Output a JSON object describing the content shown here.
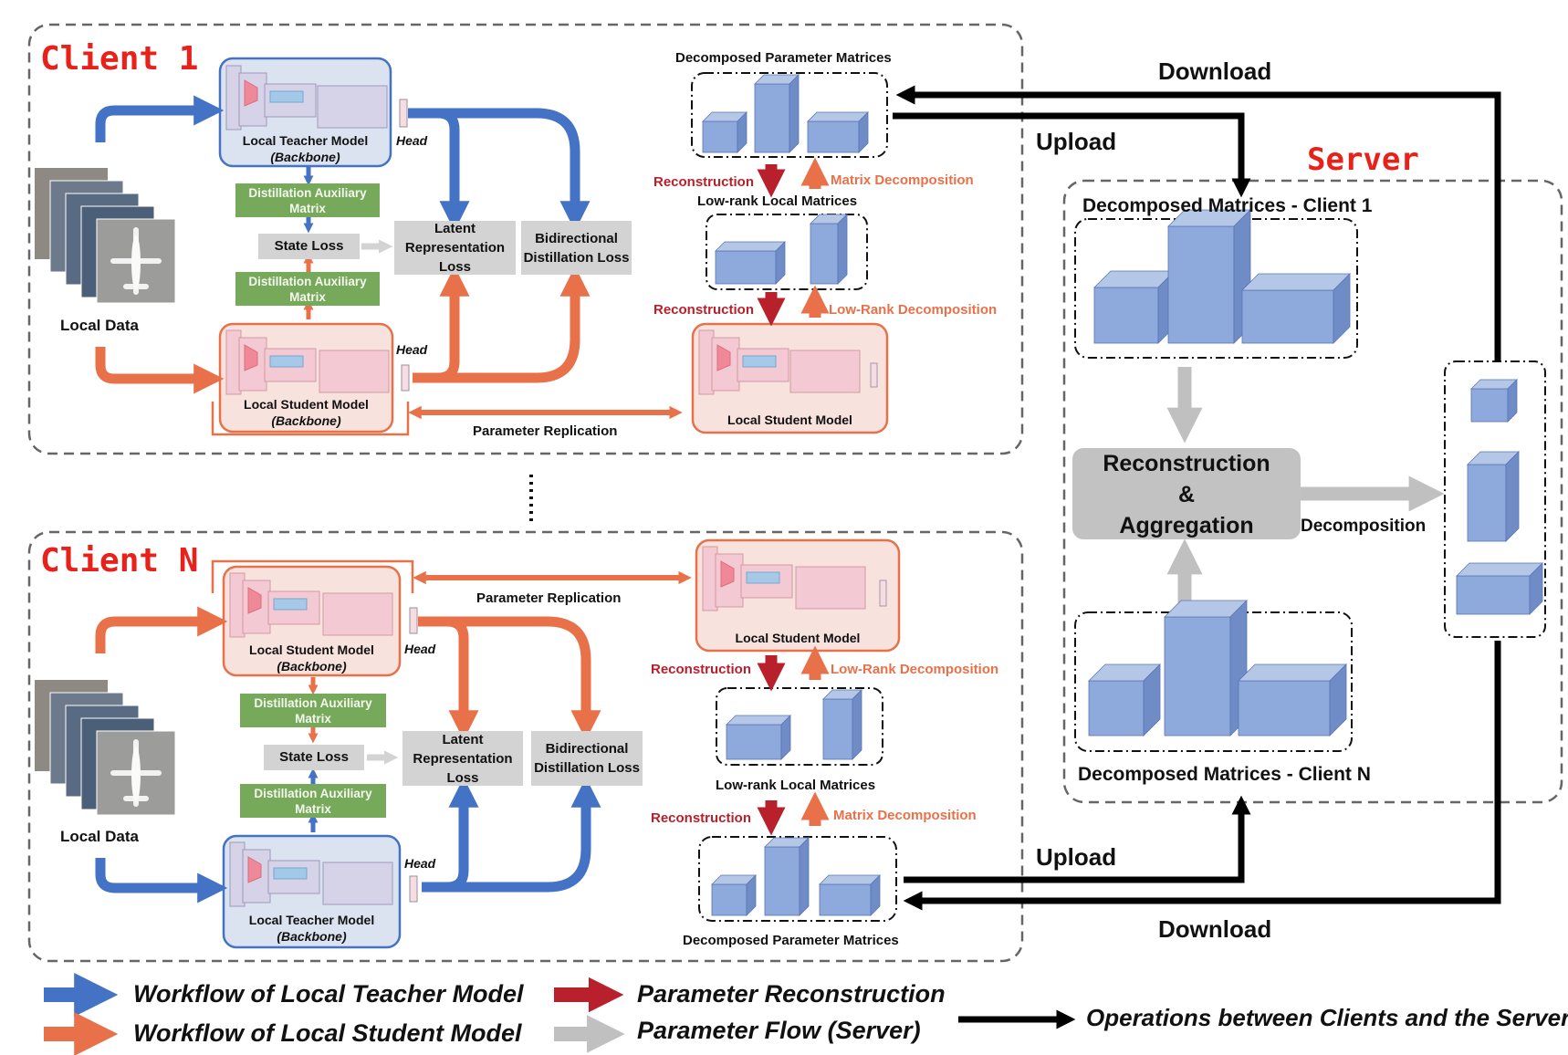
{
  "client1": {
    "title": "Client 1",
    "local_data": "Local Data",
    "teacher_model": "Local Teacher Model",
    "student_model": "Local Student Model",
    "backbone": "(Backbone)",
    "head_top": "Head",
    "head_bottom": "Head",
    "distill_aux": "Distillation Auxiliary Matrix",
    "state_loss": "State Loss",
    "latent_loss": "Latent Representation Loss",
    "bidirectional_loss": "Bidirectional Distillation Loss",
    "param_replication": "Parameter Replication",
    "decomposed_param_matrices": "Decomposed Parameter Matrices",
    "low_rank_local_matrices": "Low-rank Local Matrices",
    "reconstruction": "Reconstruction",
    "matrix_decomposition": "Matrix Decomposition",
    "low_rank_decomposition": "Low-Rank Decomposition",
    "local_student_model": "Local Student Model"
  },
  "clientN": {
    "title": "Client N",
    "local_data": "Local Data",
    "teacher_model": "Local Teacher Model",
    "student_model": "Local Student Model",
    "backbone": "(Backbone)",
    "head_top": "Head",
    "head_bottom": "Head",
    "distill_aux": "Distillation Auxiliary Matrix",
    "state_loss": "State Loss",
    "latent_loss": "Latent Representation Loss",
    "bidirectional_loss": "Bidirectional Distillation Loss",
    "param_replication": "Parameter Replication",
    "decomposed_param_matrices": "Decomposed Parameter Matrices",
    "low_rank_local_matrices": "Low-rank Local Matrices",
    "reconstruction": "Reconstruction",
    "matrix_decomposition": "Matrix Decomposition",
    "low_rank_decomposition": "Low-Rank Decomposition",
    "local_student_model": "Local Student Model"
  },
  "server": {
    "title": "Server",
    "decomposed_client1": "Decomposed Matrices - Client 1",
    "decomposed_clientN": "Decomposed Matrices - Client N",
    "reconstruction": "Reconstruction",
    "amp": "&",
    "aggregation": "Aggregation",
    "decomposition": "Decomposition"
  },
  "transfer": {
    "download_top": "Download",
    "upload_top": "Upload",
    "upload_bottom": "Upload",
    "download_bottom": "Download"
  },
  "legend": {
    "teacher": "Workflow of Local Teacher Model",
    "student": "Workflow of Local Student Model",
    "reconstruction": "Parameter Reconstruction",
    "server_flow": "Parameter Flow (Server)",
    "ops": "Operations between Clients and the Server"
  },
  "colors": {
    "teacher_blue": "#4472c4",
    "student_orange": "#e8714a",
    "recon_red": "#b8202b",
    "server_gray": "#c0c0c0",
    "ops_black": "#000000",
    "title_red": "#e8221a",
    "cube_blue": "#8ea9db"
  }
}
